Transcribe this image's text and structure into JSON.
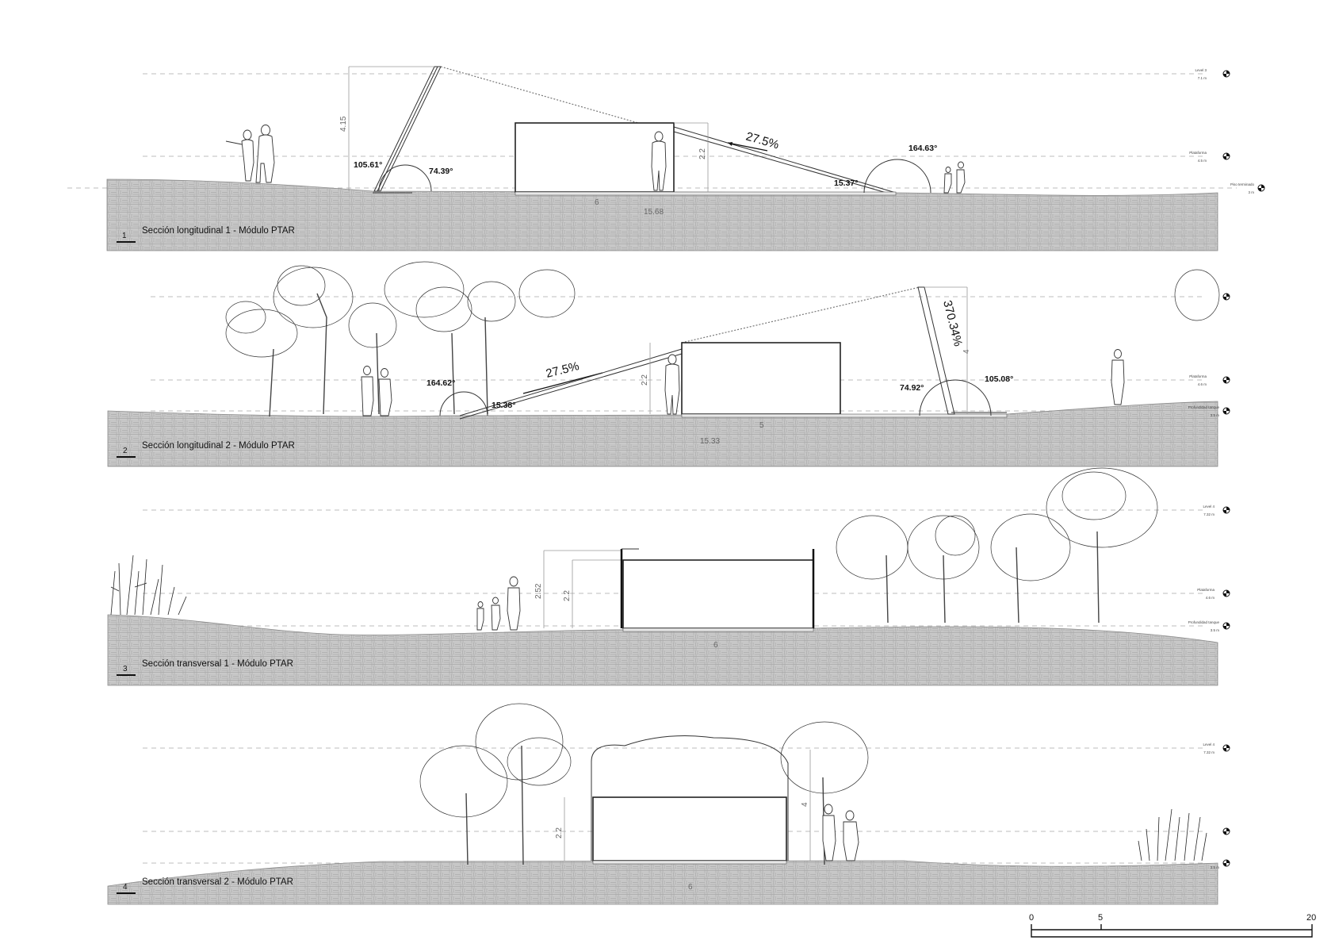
{
  "sections": [
    {
      "number": "1",
      "caption": "Sección longitudinal 1 - Módulo PTAR",
      "angles": [
        "105.61°",
        "74.39°",
        "164.63°",
        "15.37°"
      ],
      "slope": "27.5%",
      "dims": [
        "4.15",
        "2.2",
        "15.68",
        "6"
      ],
      "levels": [
        "Level 3",
        "Plataforma",
        "Piso terminado"
      ],
      "level_values": [
        "7.1 m",
        "4.5 m",
        "3 m"
      ]
    },
    {
      "number": "2",
      "caption": "Sección longitudinal 2 - Módulo PTAR",
      "angles": [
        "164.62°",
        "15.38°",
        "74.92°",
        "105.08°"
      ],
      "slope": "27.5%",
      "slope2": "370.34%",
      "dims": [
        "2.2",
        "4",
        "15.33",
        "5"
      ],
      "levels": [
        "Plataforma",
        "Profundidad tanque"
      ],
      "level_values": [
        "4.6 m",
        "3.5 m"
      ]
    },
    {
      "number": "3",
      "caption": "Sección transversal 1 - Módulo PTAR",
      "dims": [
        "2.52",
        "2.2",
        "6"
      ],
      "levels": [
        "Level 4",
        "Plataforma",
        "Profundidad tanque"
      ],
      "level_values": [
        "7.32 m",
        "4.6 m",
        "3.5 m"
      ]
    },
    {
      "number": "4",
      "caption": "Sección transversal 2 - Módulo PTAR",
      "dims": [
        "2.2",
        "4",
        "6"
      ],
      "levels": [
        "Level 4"
      ],
      "level_values": [
        "7.32 m",
        "3.5 m"
      ]
    }
  ],
  "scale_bar": {
    "labels": [
      "0",
      "5",
      "20"
    ]
  }
}
